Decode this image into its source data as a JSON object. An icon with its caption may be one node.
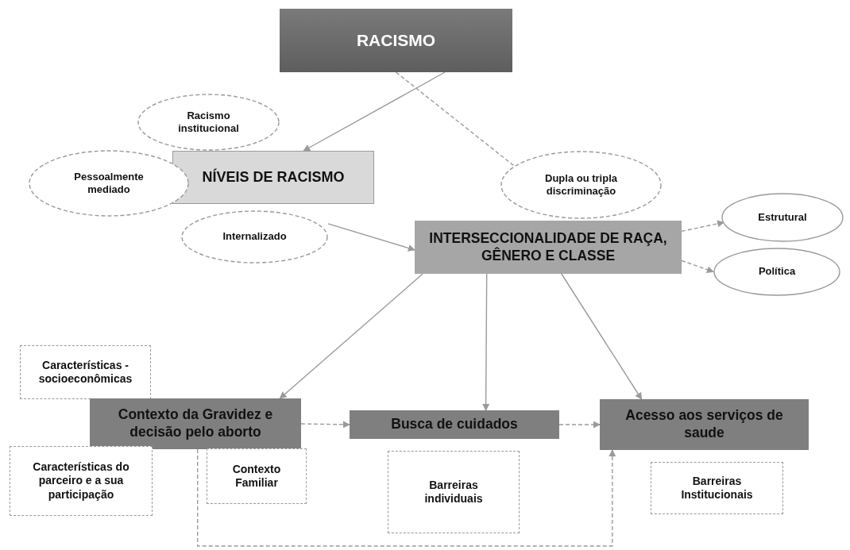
{
  "diagram": {
    "nodes": [
      {
        "text": [
          "RACISMO"
        ]
      },
      {
        "text": [
          "NÍVEIS DE RACISMO"
        ]
      },
      {
        "text": [
          "Racismo institucional"
        ]
      },
      {
        "text": [
          "Pessoalmente mediado"
        ]
      },
      {
        "text": [
          "Internalizado"
        ]
      },
      {
        "text": [
          "Dupla ou tripla discriminação"
        ]
      },
      {
        "text": [
          "INTERSECCIONALIDADE DE RAÇA, GÊNERO E CLASSE"
        ]
      },
      {
        "text": [
          "Estrutural"
        ]
      },
      {
        "text": [
          "Política"
        ]
      },
      {
        "text": [
          "Características - socioeconômicas"
        ]
      },
      {
        "text": [
          "Contexto da Gravidez e decisão pelo aborto"
        ]
      },
      {
        "text": [
          "Características do parceiro e a sua participação"
        ]
      },
      {
        "text": [
          "Contexto Familiar"
        ]
      },
      {
        "text": [
          "Busca de cuidados"
        ]
      },
      {
        "text": [
          "Barreiras individuais"
        ]
      },
      {
        "text": [
          "Acesso aos serviços de saude"
        ]
      },
      {
        "text": [
          "Barreiras Institucionais"
        ]
      }
    ],
    "edges": [
      {
        "from": 0,
        "to": 1,
        "arrow": "to"
      },
      {
        "from": 0,
        "to": 5,
        "arrow": "none",
        "style": "dashed"
      },
      {
        "from": 4,
        "to": 6,
        "arrow": "to"
      },
      {
        "from": 6,
        "to": 7,
        "arrow": "to",
        "style": "dashed"
      },
      {
        "from": 6,
        "to": 8,
        "arrow": "to",
        "style": "dashed"
      },
      {
        "from": 6,
        "to": 10,
        "arrow": "to"
      },
      {
        "from": 6,
        "to": 13,
        "arrow": "to"
      },
      {
        "from": 6,
        "to": 15,
        "arrow": "to"
      },
      {
        "from": 10,
        "to": 13,
        "arrow": "to",
        "style": "dashed"
      },
      {
        "from": 13,
        "to": 15,
        "arrow": "to",
        "style": "dashed"
      },
      {
        "from": 10,
        "to": 15,
        "arrow": "to",
        "style": "dashed"
      }
    ]
  }
}
